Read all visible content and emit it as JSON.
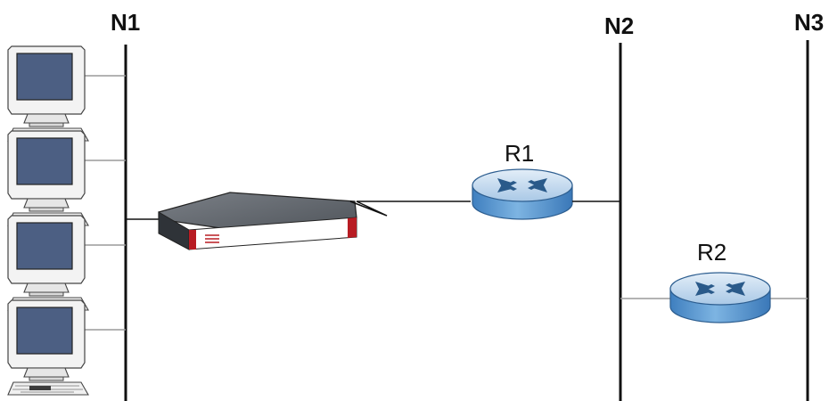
{
  "networks": [
    {
      "id": "N1",
      "label": "N1"
    },
    {
      "id": "N2",
      "label": "N2"
    },
    {
      "id": "N3",
      "label": "N3"
    }
  ],
  "routers": [
    {
      "id": "R1",
      "label": "R1"
    },
    {
      "id": "R2",
      "label": "R2"
    }
  ],
  "computers": [
    {
      "id": "pc-1"
    },
    {
      "id": "pc-2"
    },
    {
      "id": "pc-3"
    },
    {
      "id": "pc-4"
    }
  ],
  "firewall": {
    "icon": "firewall-appliance-icon",
    "accent": "#b81c23"
  },
  "colors": {
    "line": "#111111",
    "link_gray": "#9a9a9a",
    "router_top": "#c8dbef",
    "router_body": "#5a9bd1",
    "monitor_screen": "#4c5f83"
  }
}
